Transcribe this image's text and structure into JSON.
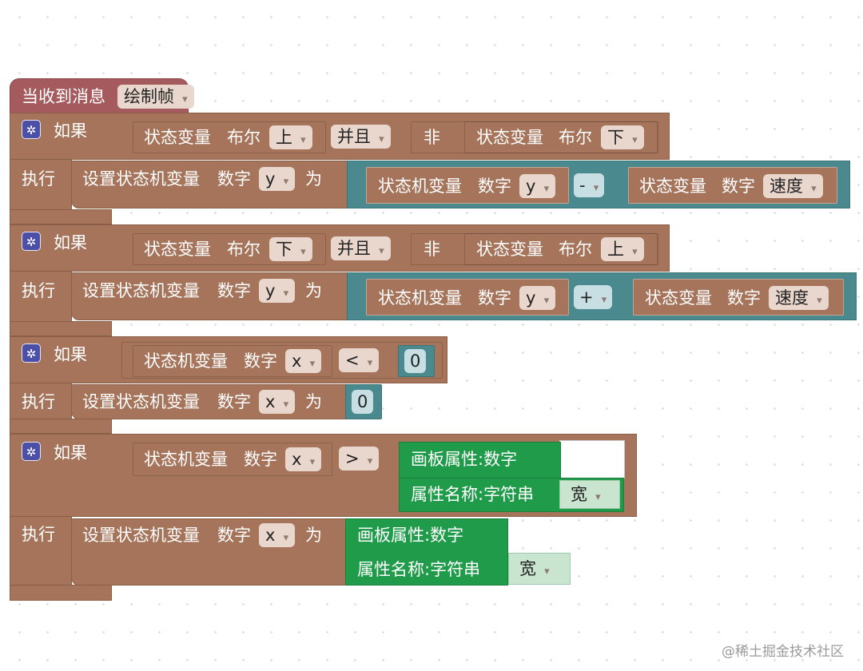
{
  "hat": {
    "label": "当收到消息",
    "message": "绘制帧"
  },
  "common": {
    "if": "如果",
    "do": "执行",
    "set_label": "设置状态机变量",
    "number": "数字",
    "to": "为",
    "state_var": "状态变量",
    "state_machine_var": "状态机变量",
    "bool": "布尔",
    "and": "并且",
    "not": "非"
  },
  "blocks": [
    {
      "cond_left_dir": "上",
      "cond_op": "并且",
      "cond_right_dir": "下",
      "set_var": "y",
      "expr_var": "y",
      "expr_op": "-",
      "expr_right": "速度"
    },
    {
      "cond_left_dir": "下",
      "cond_op": "并且",
      "cond_right_dir": "上",
      "set_var": "y",
      "expr_var": "y",
      "expr_op": "+",
      "expr_right": "速度"
    },
    {
      "cond_var": "x",
      "cond_op": "<",
      "cond_val": "0",
      "set_var": "x",
      "set_val": "0"
    },
    {
      "cond_var": "x",
      "cond_op": ">",
      "canvas_prop": "画板属性:数字",
      "prop_name": "属性名称:字符串",
      "prop_val": "宽",
      "set_var": "x",
      "set_prop": "画板属性:数字",
      "set_prop_name": "属性名称:字符串",
      "set_prop_val": "宽"
    }
  ],
  "watermark": "@稀土掘金技术社区",
  "colors": {
    "event": "#a55a5e",
    "control": "#a5745b",
    "math": "#4a8a8f",
    "canvas": "#1f9b4a",
    "gear": "#4b4fa6"
  }
}
